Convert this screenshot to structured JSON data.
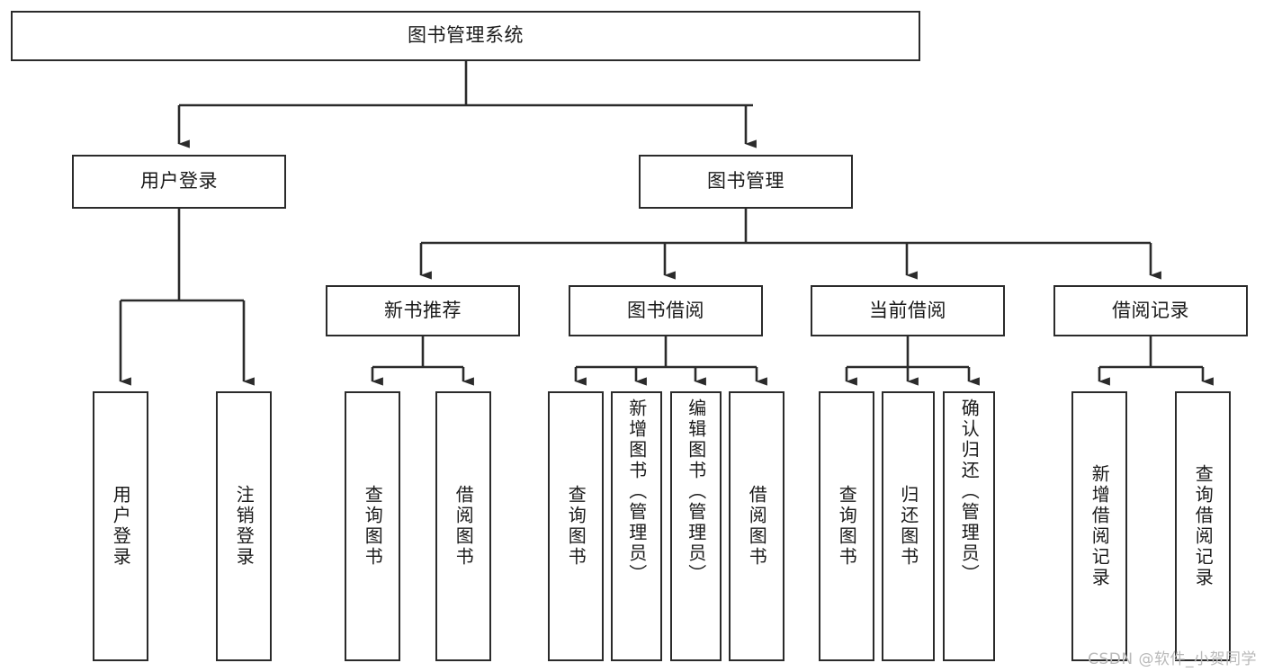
{
  "diagram": {
    "title": "图书管理系统",
    "type": "tree-hierarchy",
    "root": {
      "id": "root",
      "label": "图书管理系统"
    },
    "level2": [
      {
        "id": "user-login",
        "label": "用户登录"
      },
      {
        "id": "book-manage",
        "label": "图书管理"
      }
    ],
    "level3": [
      {
        "id": "new-book-rec",
        "label": "新书推荐",
        "parent": "book-manage"
      },
      {
        "id": "book-borrow",
        "label": "图书借阅",
        "parent": "book-manage"
      },
      {
        "id": "current-borrow",
        "label": "当前借阅",
        "parent": "book-manage"
      },
      {
        "id": "borrow-record",
        "label": "借阅记录",
        "parent": "book-manage"
      }
    ],
    "leaves": {
      "user_login": [
        {
          "id": "leaf-user-login",
          "label": "用户登录"
        },
        {
          "id": "leaf-user-logout",
          "label": "注销登录"
        }
      ],
      "new_book_rec": [
        {
          "id": "leaf-query-book-1",
          "label": "查询图书"
        },
        {
          "id": "leaf-borrow-book-1",
          "label": "借阅图书"
        }
      ],
      "book_borrow": [
        {
          "id": "leaf-query-book-2",
          "label": "查询图书"
        },
        {
          "id": "leaf-add-book",
          "label": "新增图书（管理员）"
        },
        {
          "id": "leaf-edit-book",
          "label": "编辑图书（管理员）"
        },
        {
          "id": "leaf-borrow-book-2",
          "label": "借阅图书"
        }
      ],
      "current_borrow": [
        {
          "id": "leaf-query-book-3",
          "label": "查询图书"
        },
        {
          "id": "leaf-return-book",
          "label": "归还图书"
        },
        {
          "id": "leaf-confirm-return",
          "label": "确认归还（管理员）"
        }
      ],
      "borrow_record": [
        {
          "id": "leaf-add-record",
          "label": "新增借阅记录"
        },
        {
          "id": "leaf-query-record",
          "label": "查询借阅记录"
        }
      ]
    },
    "colors": {
      "stroke": "#2b2b2b",
      "fill": "#ffffff",
      "text": "#1a1a1a",
      "watermark": "#b9b9b9"
    }
  },
  "watermark": {
    "text": "CSDN @软件_小贺同学"
  }
}
